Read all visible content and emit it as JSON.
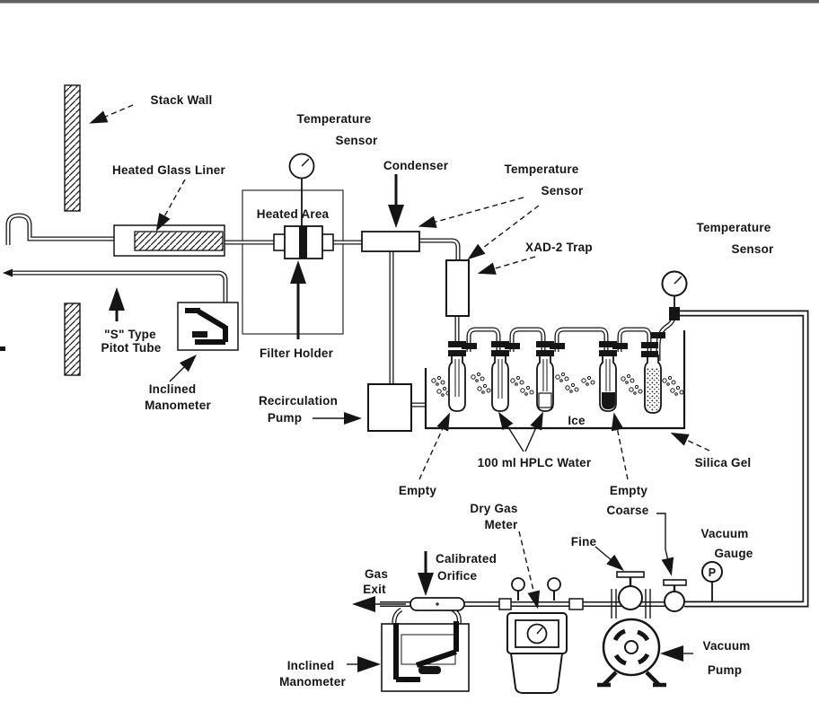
{
  "figure": {
    "kind": "sampling-train-schematic",
    "colors": {
      "ink": "#151515",
      "paper": "#ffffff",
      "top_border": "#5f5f5f"
    },
    "labels": {
      "stack_wall": "Stack Wall",
      "heated_glass_liner": "Heated Glass Liner",
      "temp_sensor_probe": [
        "Temperature",
        "Sensor"
      ],
      "condenser": "Condenser",
      "temp_sensor_condenser": [
        "Temperature",
        "Sensor"
      ],
      "xad2_trap": "XAD-2 Trap",
      "temp_sensor_outlet": [
        "Temperature",
        "Sensor"
      ],
      "heated_area": "Heated Area",
      "pitot": [
        "\"S\" Type",
        "Pitot Tube"
      ],
      "filter_holder": "Filter Holder",
      "manometer_pitot": [
        "Inclined",
        "Manometer"
      ],
      "recirculation_pump": [
        "Recirculation",
        "Pump"
      ],
      "ice": "Ice",
      "hplc_water": "100 ml HPLC Water",
      "silica_gel": "Silica Gel",
      "empty_first": "Empty",
      "empty_fourth": "Empty",
      "coarse": "Coarse",
      "dry_gas_meter": [
        "Dry Gas",
        "Meter"
      ],
      "fine": "Fine",
      "vacuum_gauge": [
        "Vacuum",
        "Gauge"
      ],
      "vacuum_gauge_symbol": "P",
      "gas_exit": [
        "Gas",
        "Exit"
      ],
      "calibrated_orifice": [
        "Calibrated",
        "Orifice"
      ],
      "manometer_orifice": [
        "Inclined",
        "Manometer"
      ],
      "vacuum_pump": [
        "Vacuum",
        "Pump"
      ]
    }
  }
}
